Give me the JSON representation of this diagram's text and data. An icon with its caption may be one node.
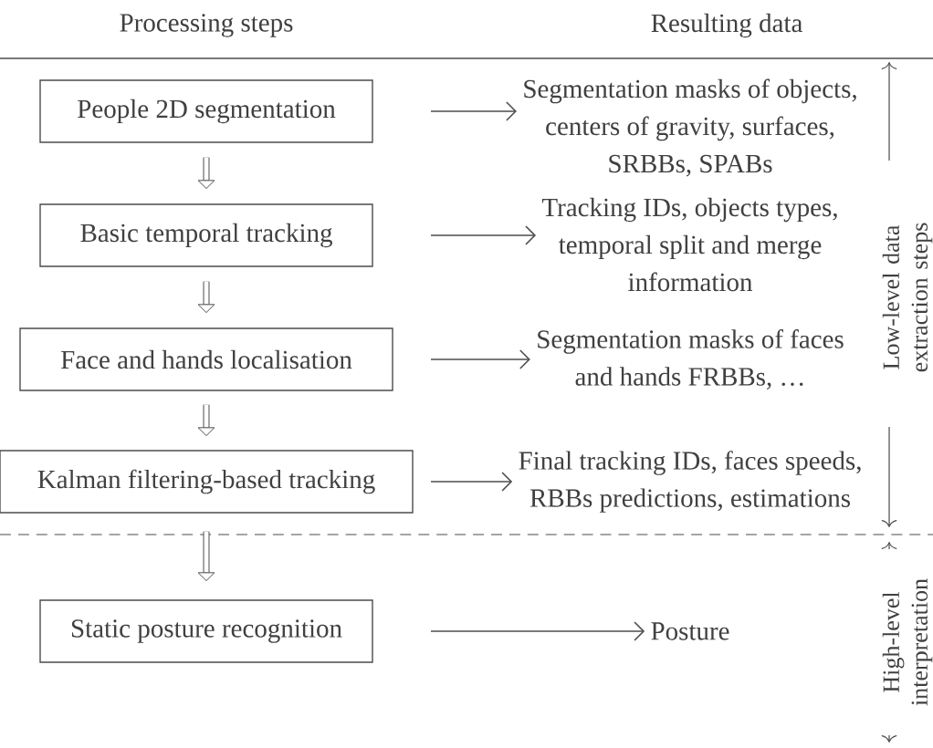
{
  "diagram": {
    "nodes": [
      {
        "text": [
          "People 2D segmentation"
        ]
      },
      {
        "text": [
          "Basic temporal tracking"
        ]
      },
      {
        "text": [
          "Face and hands localisation"
        ]
      },
      {
        "text": [
          "Kalman filtering-based tracking"
        ]
      },
      {
        "text": [
          "Static posture recognition"
        ]
      },
      {
        "text": [
          "Segmentation masks of objects, centers of gravity, surfaces, SRBBs, SPABs"
        ]
      },
      {
        "text": [
          "Tracking IDs, objects types, temporal split and merge information"
        ]
      },
      {
        "text": [
          "Segmentation masks of faces and hands FRBBs, …"
        ]
      },
      {
        "text": [
          "Final tracking IDs, faces speeds, RBBs predictions, estimations"
        ]
      },
      {
        "text": [
          "Posture"
        ]
      }
    ],
    "edges": [
      {
        "from": 0,
        "to": 1,
        "arrow": "to",
        "style": "thick"
      },
      {
        "from": 1,
        "to": 2,
        "arrow": "to",
        "style": "thick"
      },
      {
        "from": 2,
        "to": 3,
        "arrow": "to",
        "style": "thick"
      },
      {
        "from": 3,
        "to": 4,
        "arrow": "to",
        "style": "thick"
      },
      {
        "from": 0,
        "to": 5,
        "arrow": "to"
      },
      {
        "from": 1,
        "to": 6,
        "arrow": "to"
      },
      {
        "from": 2,
        "to": 7,
        "arrow": "to"
      },
      {
        "from": 3,
        "to": 8,
        "arrow": "to"
      },
      {
        "from": 4,
        "to": 9,
        "arrow": "to"
      }
    ],
    "labels": [
      "Processing steps",
      "Resulting data",
      "Low-level data extraction steps",
      "High-level interpretation"
    ]
  }
}
